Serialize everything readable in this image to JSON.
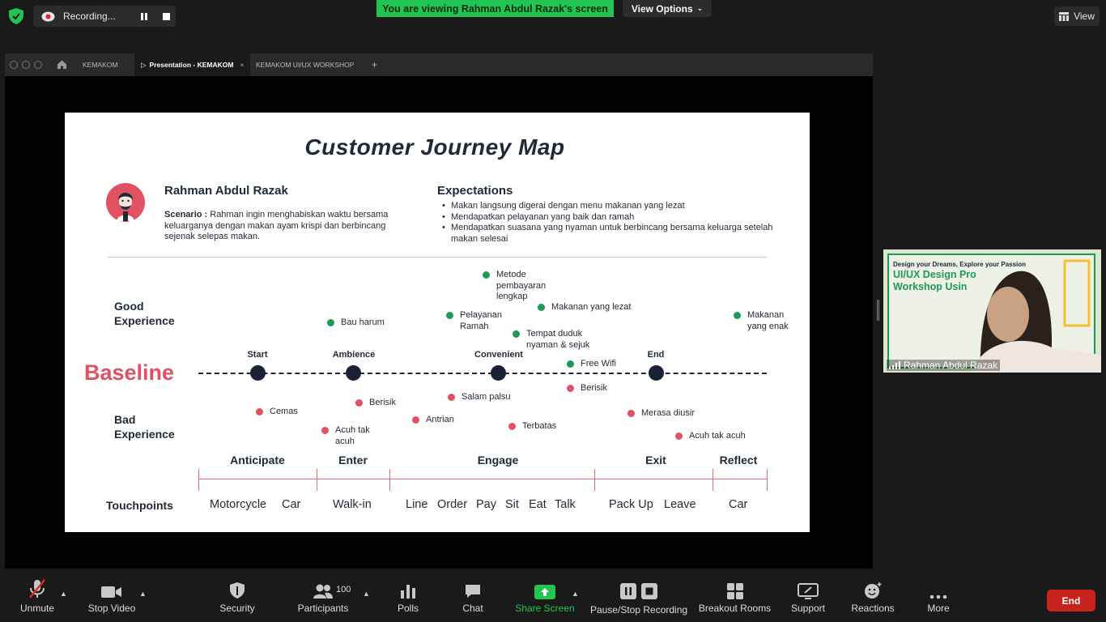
{
  "topbar": {
    "recording_label": "Recording...",
    "viewing_banner": "You are viewing Rahman Abdul Razak's screen",
    "view_options_label": "View Options",
    "view_label": "View"
  },
  "browser": {
    "tabs": [
      {
        "label": "KEMAKOM"
      },
      {
        "label": "Presentation - KEMAKOM",
        "active": true,
        "close": "×"
      },
      {
        "label": "KEMAKOM UI/UX WORKSHOP"
      }
    ],
    "new_tab": "+"
  },
  "slide": {
    "title": "Customer Journey Map",
    "persona_name": "Rahman Abdul Razak",
    "scenario_label": "Scenario :",
    "scenario_text": "Rahman ingin menghabiskan waktu bersama keluarganya dengan makan ayam krispi dan berbincang sejenak selepas makan.",
    "expectations_title": "Expectations",
    "expectations": [
      "Makan langsung digerai dengan menu makanan yang lezat",
      "Mendapatkan pelayanan yang baik dan ramah",
      "Mendapatkan suasana yang nyaman untuk berbincang bersama keluarga setelah makan selesai"
    ],
    "good_label_1": "Good",
    "good_label_2": "Experience",
    "bad_label_1": "Bad",
    "bad_label_2": "Experience",
    "baseline_label": "Baseline",
    "stages": [
      "Start",
      "Ambience",
      "Convenient",
      "End"
    ],
    "good_points": [
      "Bau harum",
      "Metode pembayaran lengkap",
      "Pelayanan Ramah",
      "Makanan yang lezat",
      "Tempat duduk nyaman & sejuk",
      "Free Wifi",
      "Makanan yang enak"
    ],
    "bad_points": [
      "Cemas",
      "Acuh tak acuh",
      "Berisik",
      "Antrian",
      "Salam palsu",
      "Terbatas",
      "Berisik",
      "Merasa diusir",
      "Acuh tak acuh"
    ],
    "phases": [
      "Anticipate",
      "Enter",
      "Engage",
      "Exit",
      "Reflect"
    ],
    "touchpoints_label": "Touchpoints",
    "touchpoints": [
      "Motorcycle",
      "Car",
      "Walk-in",
      "Line",
      "Order",
      "Pay",
      "Sit",
      "Eat",
      "Talk",
      "Pack Up",
      "Leave",
      "Car"
    ]
  },
  "video": {
    "participant_name": "Rahman Abdul Razak",
    "slide_tagline": "Design your Dreams, Explore your Passion",
    "slide_heading_1": "UI/UX Design Pro",
    "slide_heading_2": "Workshop Usin"
  },
  "toolbar": {
    "unmute": "Unmute",
    "stop_video": "Stop Video",
    "security": "Security",
    "participants": "Participants",
    "participants_count": "100",
    "polls": "Polls",
    "chat": "Chat",
    "share_screen": "Share Screen",
    "pause_stop_recording": "Pause/Stop Recording",
    "breakout_rooms": "Breakout Rooms",
    "support": "Support",
    "reactions": "Reactions",
    "more": "More",
    "end": "End"
  },
  "colors": {
    "accent_green": "#23c552",
    "baseline_red": "#e05262",
    "good_green": "#1e9a57",
    "end_red": "#c9211e"
  }
}
